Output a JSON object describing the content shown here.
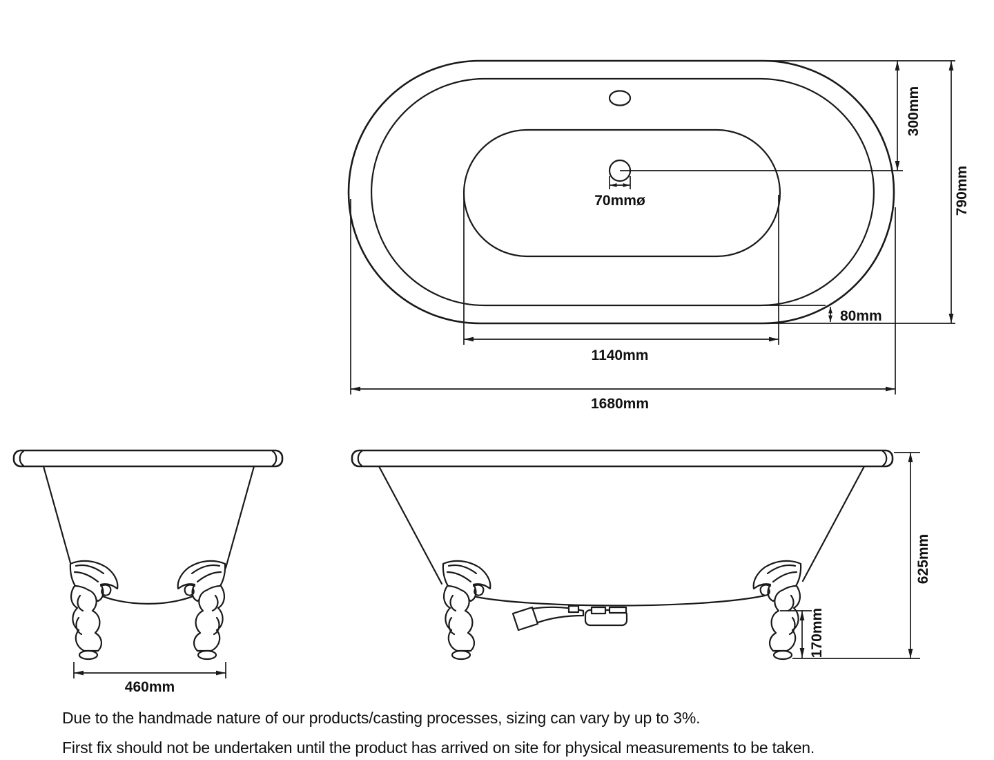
{
  "drawing": {
    "subject": "roll-top clawfoot bath technical drawing",
    "line_color": "#1a1a1a",
    "background_color": "#ffffff"
  },
  "top_view": {
    "dims": {
      "drain_offset": "300mm",
      "width_overall": "790mm",
      "drain_diameter": "70mmø",
      "rim_overhang": "80mm",
      "floor_length": "1140mm",
      "length_overall": "1680mm"
    }
  },
  "end_view": {
    "dims": {
      "feet_spacing": "460mm"
    }
  },
  "side_view": {
    "dims": {
      "height_overall": "625mm",
      "foot_height": "170mm"
    }
  },
  "footer": {
    "line1": "Due to the handmade nature of our products/casting processes, sizing can vary by up to 3%.",
    "line2": "First fix should not be undertaken until the product has arrived on site for physical measurements to be taken."
  }
}
